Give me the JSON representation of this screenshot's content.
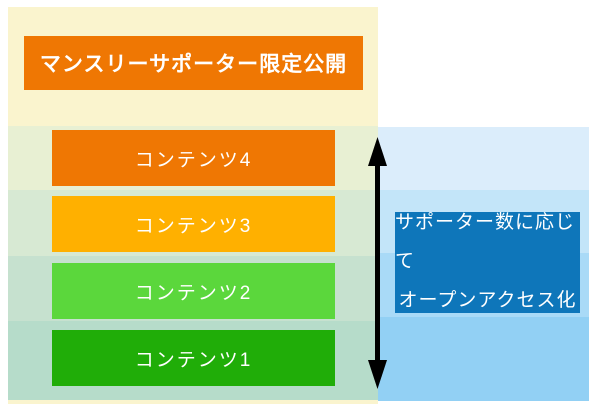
{
  "canvas": {
    "background": "#FFFFFF"
  },
  "left_panel": {
    "background": "#FAF4CE",
    "header": {
      "label": "マンスリーサポーター限定公開",
      "background": "#EF7703",
      "text_color": "#FFFFFF"
    },
    "row_band_colors": [
      "#E8F0D3",
      "#D7E9D3",
      "#C6E1CF",
      "#B6DCCA"
    ],
    "content_bars": [
      {
        "label": "コンテンツ4",
        "background": "#EF7703"
      },
      {
        "label": "コンテンツ3",
        "background": "#FFB000"
      },
      {
        "label": "コンテンツ2",
        "background": "#5BD73C"
      },
      {
        "label": "コンテンツ1",
        "background": "#20AD08"
      }
    ]
  },
  "right_panel": {
    "row_band_colors": [
      "#DBEDFB",
      "#C3E5F9",
      "#A9DAF7",
      "#92D0F4"
    ],
    "annotation": {
      "line1": "サポーター数に応じて",
      "line2": "オープンアクセス化",
      "background": "#0E76BA",
      "text_color": "#FFFFFF"
    }
  },
  "arrow": {
    "name": "vertical-double-arrow",
    "color": "#000000"
  }
}
